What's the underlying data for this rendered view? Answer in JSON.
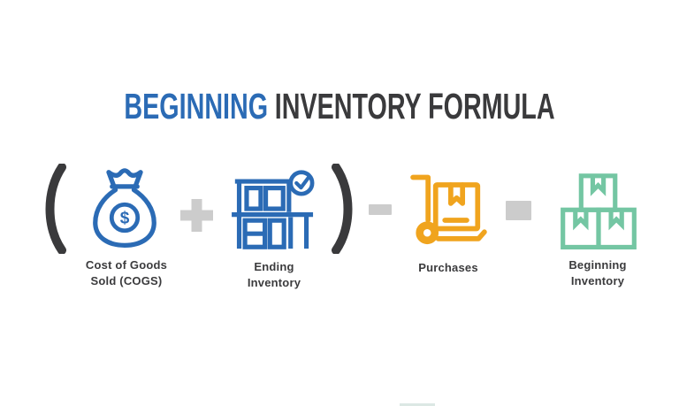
{
  "title": {
    "highlight": "BEGINNING",
    "rest": "INVENTORY FORMULA"
  },
  "colors": {
    "blue": "#2b6bb5",
    "dark": "#3a3a3c",
    "orange": "#f0a41e",
    "green": "#74c6a3",
    "gray": "#cccccc",
    "label": "#3b3b3d",
    "sliver": "#dce8e4",
    "background": "#ffffff"
  },
  "formula": {
    "open_paren": "(",
    "close_paren": ")",
    "dollar_symbol": "$",
    "terms": [
      {
        "name": "cogs",
        "icon": "money-bag-icon",
        "label_lines": [
          "Cost of Goods",
          "Sold (COGS)"
        ]
      },
      {
        "name": "ending-inventory",
        "icon": "shelf-check-icon",
        "label_lines": [
          "Ending",
          "Inventory"
        ]
      },
      {
        "name": "purchases",
        "icon": "hand-truck-icon",
        "label_lines": [
          "Purchases"
        ]
      },
      {
        "name": "beginning-inventory",
        "icon": "stacked-boxes-icon",
        "label_lines": [
          "Beginning",
          "Inventory"
        ]
      }
    ],
    "operators": [
      {
        "name": "plus-icon"
      },
      {
        "name": "minus-icon"
      },
      {
        "name": "equals-icon"
      }
    ]
  }
}
